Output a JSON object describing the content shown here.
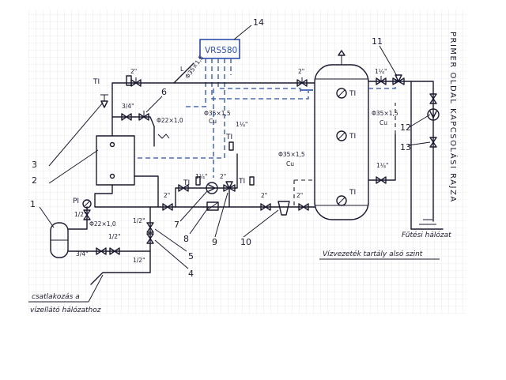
{
  "colors": {
    "ink": "#1a1a2e",
    "blue": "#2b4fa8",
    "grid": "#d9dce3",
    "paper": "#ffffff"
  },
  "controller": {
    "label": "VRS580"
  },
  "vertical_title": "PRIMER OLDAL KAPCSOLÁSI RAJZA",
  "notes": {
    "storage": "Vízvezeték tartály alsó szint",
    "heating_return": "Fűtési hálózat",
    "feed_line1": "csatlakozás a",
    "feed_line2": "vízellátó hálózathoz"
  },
  "pipe_labels": {
    "phi35_top": "Φ35×1,5",
    "phi35_cu_a": "Φ35×1,5",
    "cu_a": "Cu",
    "phi22": "Φ22×1,0",
    "phi22_b": "Φ22×1,0",
    "phi35_mid": "Φ35×1,5",
    "cu_b": "Cu",
    "phi35_right": "Φ35×1,5",
    "cu_c": "Cu",
    "size_2in_a": "2\"",
    "size_2in_b": "2\"",
    "size_2in_c": "2\"",
    "size_2in_d": "2\"",
    "size_2in_e": "2\"",
    "size_2in_f": "2\"",
    "size_114_a": "1¼\"",
    "size_114_b": "1¼\"",
    "size_114_c": "1¼\"",
    "size_114_d": "1¼\"",
    "size_34_a": "3/4\"",
    "size_34_b": "3/4\"",
    "size_12_a": "1/2\"",
    "size_12_b": "1/2\"",
    "size_12_c": "1/2\"",
    "size_12_d": "1/2\"",
    "ti": "TI",
    "pi": "PI",
    "l": "L"
  },
  "callouts": [
    "1",
    "2",
    "3",
    "4",
    "5",
    "6",
    "7",
    "8",
    "9",
    "10",
    "11",
    "12",
    "13",
    "14"
  ]
}
